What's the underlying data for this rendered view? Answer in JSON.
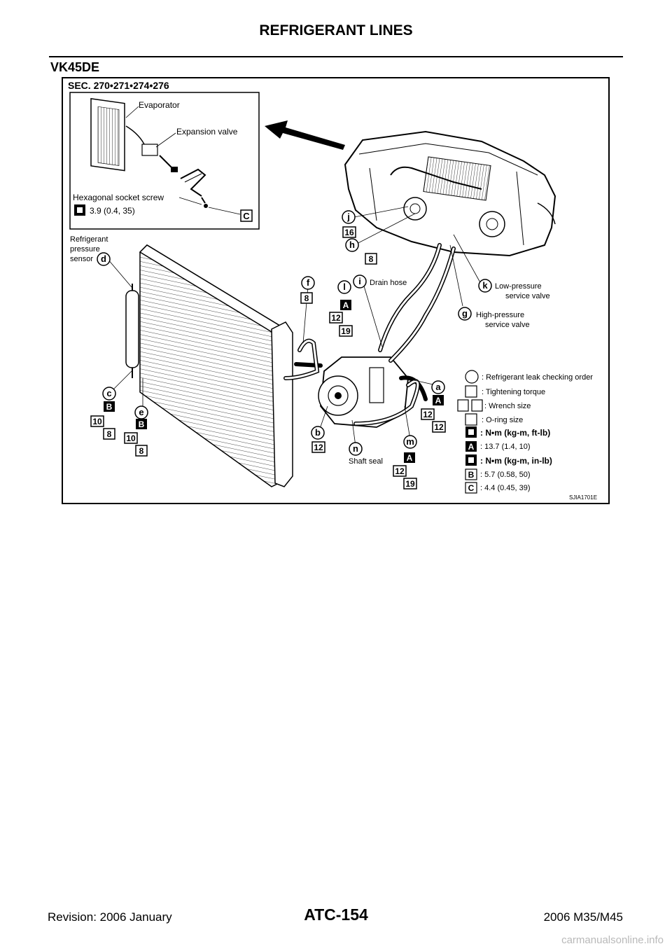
{
  "header": {
    "title": "REFRIGERANT LINES"
  },
  "section": {
    "title": "VK45DE"
  },
  "figure": {
    "sec_label": "SEC. 270•271•274•276",
    "inset": {
      "evaporator": "Evaporator",
      "expansion_valve": "Expansion valve",
      "hex_screw": "Hexagonal socket screw",
      "torque": "3.9 (0.4, 35)",
      "torque_code": "C"
    },
    "labels": {
      "pressure_sensor_l1": "Refrigerant",
      "pressure_sensor_l2": "pressure",
      "pressure_sensor_l3": "sensor",
      "drain_hose": "Drain hose",
      "low_pressure_l1": "Low-pressure",
      "low_pressure_l2": "service valve",
      "high_pressure_l1": "High-pressure",
      "high_pressure_l2": "service valve",
      "shaft_seal": "Shaft seal"
    },
    "circled": {
      "a": "a",
      "b": "b",
      "c": "c",
      "d": "d",
      "e": "e",
      "f": "f",
      "g": "g",
      "h": "h",
      "i": "i",
      "j": "j",
      "k": "k",
      "l": "l",
      "m": "m",
      "n": "n"
    },
    "boxed": {
      "j_size": "16",
      "h_size": "8",
      "f_size": "8",
      "l_code": "A",
      "l_size1": "12",
      "l_size2": "19",
      "c_code": "B",
      "c_size1": "10",
      "c_size2": "8",
      "e_code": "B",
      "e_size1": "10",
      "e_size2": "8",
      "b_size": "12",
      "a_code": "A",
      "a_size1": "12",
      "a_size2": "12",
      "m_code": "A",
      "m_size1": "12",
      "m_size2": "19"
    },
    "legend": {
      "leak_order": ":  Refrigerant leak checking order",
      "tightening": ":  Tightening torque",
      "wrench": ": Wrench size",
      "oring": ":  O-ring size",
      "unit_ft": ": N•m (kg-m, ft-lb)",
      "a_code": "A",
      "a_value": ": 13.7 (1.4, 10)",
      "unit_in": ": N•m (kg-m, in-lb)",
      "b_code": "B",
      "b_value": ":  5.7 (0.58, 50)",
      "c_code": "C",
      "c_value": ":  4.4 (0.45, 39)"
    },
    "figure_code": "SJIA1701E"
  },
  "footer": {
    "revision": "Revision: 2006 January",
    "page": "ATC-154",
    "model": "2006 M35/M45"
  },
  "watermark": "carmanualsonline.info"
}
